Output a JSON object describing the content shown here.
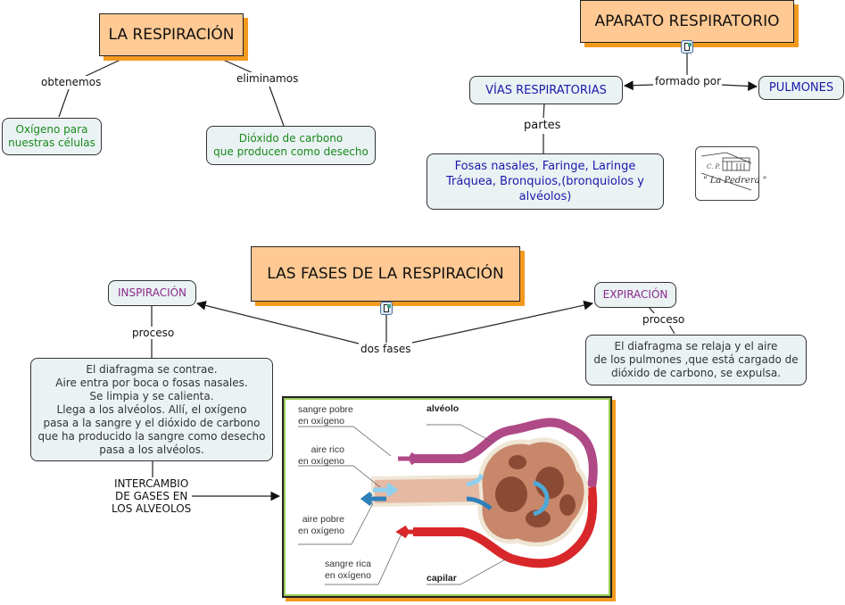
{
  "map1": {
    "root": "LA RESPIRACIÓN",
    "links": [
      "obtenemos",
      "eliminamos"
    ],
    "concepts": [
      "Oxígeno para\nnuestras células",
      "Dióxido de carbono\nque producen como desecho"
    ]
  },
  "map2": {
    "root": "APARATO RESPIRATORIO",
    "link_formado": "formado por",
    "vias": "VÍAS RESPIRATORIAS",
    "pulmones": "PULMONES",
    "link_partes": "partes",
    "partes_text": "Fosas nasales, Faringe, Laringe\nTráquea, Bronquios,(bronquiolos y\nalvéolos)"
  },
  "logo": {
    "line1": "C. P.",
    "line2": "\" La Pedrera \""
  },
  "map3": {
    "root": "LAS FASES DE LA RESPIRACIÓN",
    "link_fases": "dos fases",
    "inspiracion": "INSPIRACIÓN",
    "expiracion": "EXPIRACIÓN",
    "link_proceso_1": "proceso",
    "link_proceso_2": "proceso",
    "inspiracion_text": "El diafragma se contrae.\nAire entra por boca o fosas nasales.\nSe limpia y se calienta.\nLlega a los alvéolos. Allí, el oxígeno\npasa a la sangre y el dióxido de carbono\nque ha producido la sangre como desecho\npasa a los alvéolos.",
    "expiracion_text": "El diafragma se relaja y el aire\nde los pulmones ,que está cargado de\ndióxido de carbono, se expulsa.",
    "link_intercambio": "INTERCAMBIO\nDE GASES EN\nLOS ALVEOLOS"
  },
  "illustration": {
    "labels": {
      "sangre_pobre": "sangre pobre\nen oxígeno",
      "aire_rico": "aire rico\nen oxígeno",
      "aire_pobre": "aire pobre\nen oxígeno",
      "sangre_rica": "sangre rica\nen oxígeno",
      "alveolo": "alvéolo",
      "capilar": "capilar"
    },
    "colors": {
      "vein": "#b04a86",
      "artery": "#d8272a",
      "air_in": "#8fd0ee",
      "air_out": "#2f7fb8",
      "tissue": "#c8876a"
    }
  },
  "colors": {
    "main_fill": "#ffc993",
    "main_shadow": "#f39a1e",
    "concept_fill": "#eaf2f4",
    "green_text": "#1a8a1a",
    "blue_text": "#1a1aa8",
    "purple_text": "#8a2a8a"
  }
}
